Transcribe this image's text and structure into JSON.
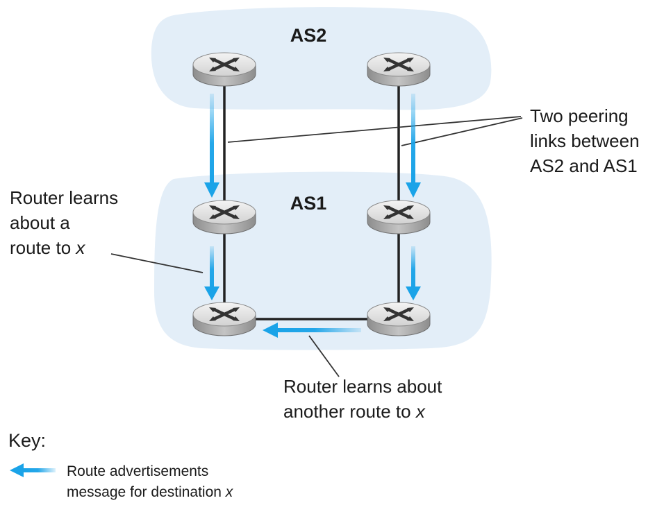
{
  "colors": {
    "as_region": "#e3eef8",
    "arrow": "#1aa3e8",
    "link": "#222222",
    "router_top": "#eeeeee",
    "router_side": "#9a9a9a"
  },
  "diagram": {
    "as2_label": "AS2",
    "as1_label": "AS1",
    "routers": [
      {
        "name": "as2-left-router",
        "icon": "router-icon"
      },
      {
        "name": "as2-right-router",
        "icon": "router-icon"
      },
      {
        "name": "as1-top-left-router",
        "icon": "router-icon"
      },
      {
        "name": "as1-top-right-router",
        "icon": "router-icon"
      },
      {
        "name": "as1-bottom-left-router",
        "icon": "router-icon"
      },
      {
        "name": "as1-bottom-right-router",
        "icon": "router-icon"
      }
    ],
    "annotations": {
      "peering": [
        "Two peering",
        "links between",
        "AS2 and AS1"
      ],
      "router_learns_1_line1": "Router learns",
      "router_learns_1_line2": "about a",
      "router_learns_1_line3_prefix": "route to ",
      "router_learns_1_line3_var": "x",
      "router_learns_2_line1": "Router learns about",
      "router_learns_2_line2_prefix": "another route to ",
      "router_learns_2_line2_var": "x"
    }
  },
  "key": {
    "title": "Key:",
    "arrow_icon": "arrow-left-icon",
    "line1": "Route advertisements",
    "line2_prefix": "message for destination ",
    "line2_var": "x"
  }
}
